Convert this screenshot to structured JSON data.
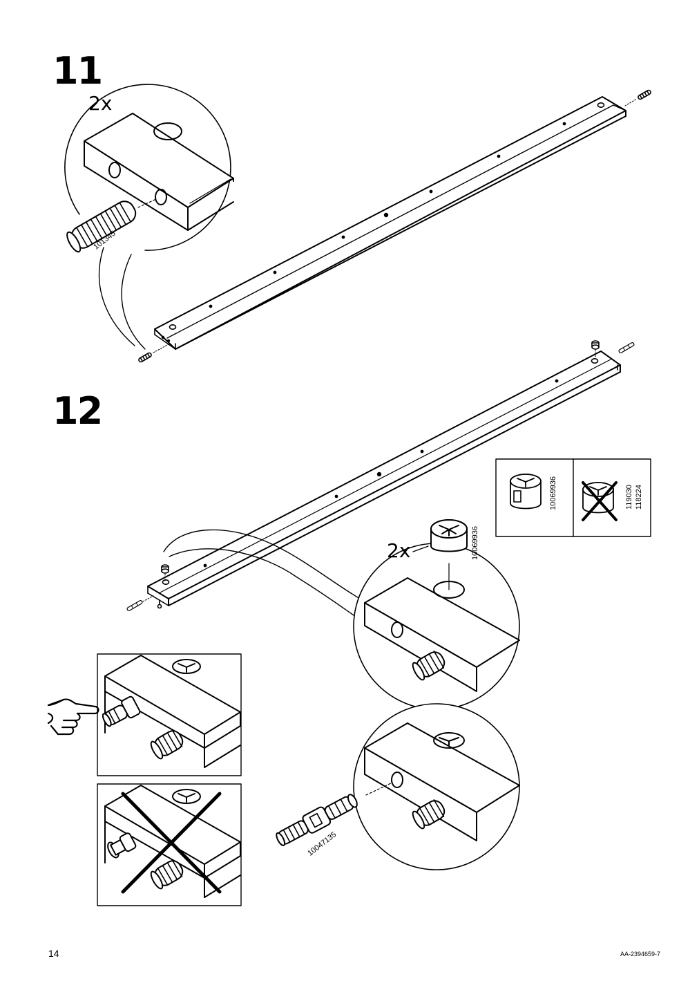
{
  "page": {
    "page_number": "14",
    "document_code": "AA-2394659-7"
  },
  "step11": {
    "number": "11",
    "quantity": "2x",
    "part_number": "101345"
  },
  "step12": {
    "number": "12",
    "quantity": "2x",
    "cam_lock_part_number": "10069936",
    "connector_bolt_part_number": "10047135",
    "info_box": {
      "correct_part_number": "10069936",
      "wrong_part_numbers": [
        "119030",
        "118224"
      ]
    }
  },
  "icons": [
    "wooden-dowel-icon",
    "cam-lock-icon",
    "connector-bolt-icon",
    "pointing-hand-icon",
    "cross-mark-icon"
  ]
}
